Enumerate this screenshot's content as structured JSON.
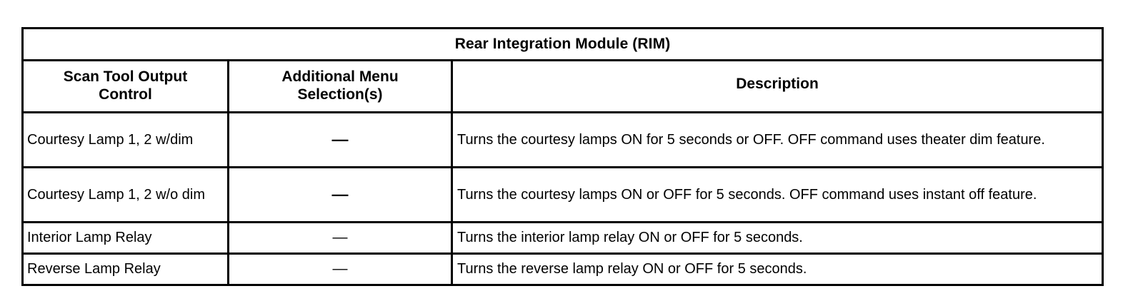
{
  "document": {
    "table_title": "Rear Integration Module (RIM)",
    "columns": [
      "Scan Tool Output Control",
      "Additional Menu Selection(s)",
      "Description"
    ],
    "column_headers_lines": {
      "col1_line1": "Scan Tool Output",
      "col1_line2": "Control",
      "col2_line1": "Additional Menu",
      "col2_line2": "Selection(s)",
      "col3": "Description"
    },
    "rows": [
      {
        "scan_tool_output_control": "Courtesy Lamp 1, 2 w/dim",
        "additional_menu_selections": "—",
        "description": "Turns the courtesy lamps ON for 5 seconds or OFF. OFF command uses theater dim feature."
      },
      {
        "scan_tool_output_control": "Courtesy Lamp 1, 2 w/o dim",
        "additional_menu_selections": "—",
        "description": "Turns the courtesy lamps ON or OFF for 5 seconds. OFF command uses instant off feature."
      },
      {
        "scan_tool_output_control": "Interior Lamp Relay",
        "additional_menu_selections": "—",
        "description": "Turns the interior lamp relay ON or OFF for 5 seconds."
      },
      {
        "scan_tool_output_control": "Reverse Lamp Relay",
        "additional_menu_selections": "—",
        "description": "Turns the reverse lamp relay ON or OFF for 5 seconds."
      }
    ],
    "colors": {
      "border": "#000000",
      "text": "#000000",
      "background": "#ffffff"
    }
  }
}
